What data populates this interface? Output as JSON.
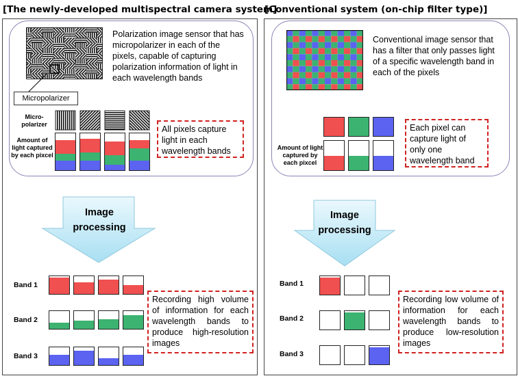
{
  "colors": {
    "red": "#f05050",
    "green": "#3cb371",
    "blue": "#5b63f0",
    "dash": "#d02020",
    "arrow_light": "#eaf8fd",
    "arrow_dark": "#a8dff2"
  },
  "left": {
    "title": "[The newly-developed multispectral camera system]",
    "description": "Polarization image sensor that has micropolarizer in each of the pixels, capable of capturing polarization information of light in each wavelength bands",
    "callout_label": "Micropolarizer",
    "row_label_micro": "Micro-polarizer",
    "row_label_amount": "Amount of light captured by each pixcel",
    "note": "All pixels capture light in each wavelength bands",
    "arrow_label": "Image processing",
    "bands": [
      "Band 1",
      "Band 2",
      "Band 3"
    ],
    "result_note": "Recording high volume of information for each wavelength bands to produce high-resolution images"
  },
  "right": {
    "title": "[Conventional system (on-chip filter type)]",
    "description": "Conventional image sensor that has a filter that only passes light of a specific wavelength band in each of the pixels",
    "row_label_amount": "Amount of light captured by each pixcel",
    "note": "Each pixel can capture light of only one wavelength band",
    "arrow_label": "Image processing",
    "bands": [
      "Band 1",
      "Band 2",
      "Band 3"
    ],
    "result_note": "Recording low volume of information for each wavelength bands to produce low-resolution images"
  }
}
